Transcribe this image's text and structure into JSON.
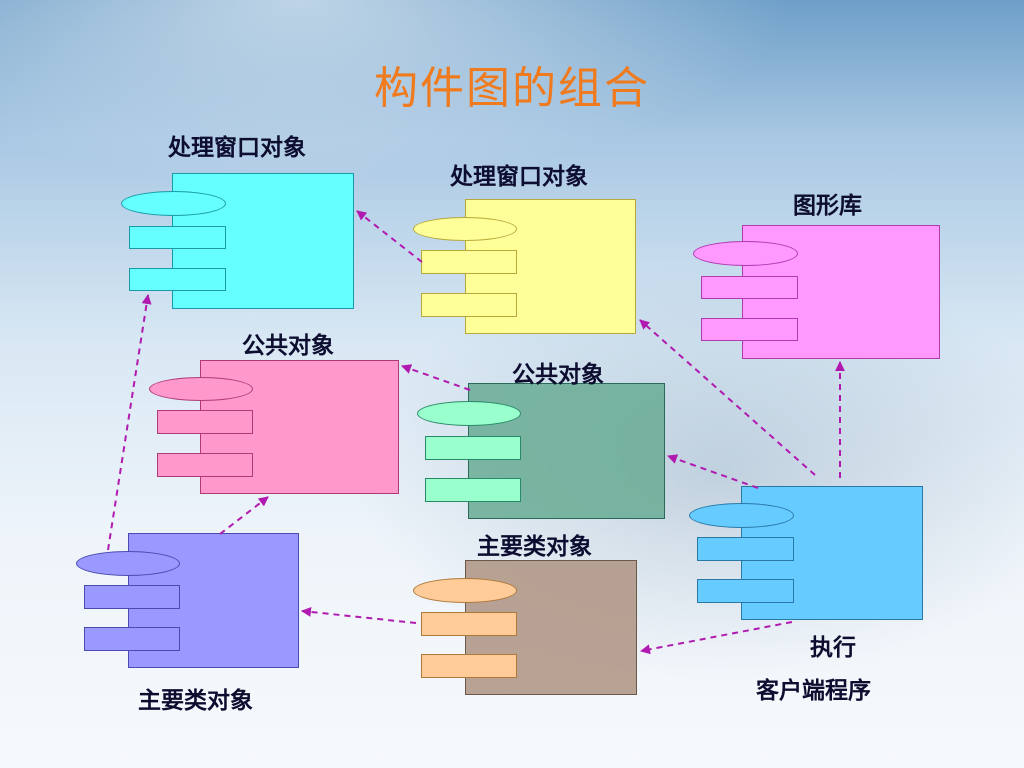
{
  "title": "构件图的组合",
  "labels": {
    "handler_left": "处理窗口对象",
    "handler_center": "处理窗口对象",
    "graphics_lib": "图形库",
    "common_left": "公共对象",
    "common_center": "公共对象",
    "main_center": "主要类对象",
    "main_left": "主要类对象",
    "exec_line1": "执行",
    "exec_line2": "客户端程序"
  },
  "colors": {
    "title": "#f07a1e",
    "arrow": "#b01ab0",
    "cyan": "#66ffff",
    "yellow": "#ffff99",
    "magenta": "#ff99ff",
    "pink": "#ff99cc",
    "teal": "#6fb59a",
    "blue": "#66ccff",
    "lavender": "#9999ff",
    "tan": "#b09888",
    "orange": "#ffcc99"
  },
  "components": [
    {
      "id": "handler-left",
      "label": "处理窗口对象"
    },
    {
      "id": "handler-center",
      "label": "处理窗口对象"
    },
    {
      "id": "graphics-lib",
      "label": "图形库"
    },
    {
      "id": "common-left",
      "label": "公共对象"
    },
    {
      "id": "common-center",
      "label": "公共对象"
    },
    {
      "id": "exec-client",
      "label": "执行 客户端程序"
    },
    {
      "id": "main-left",
      "label": "主要类对象"
    },
    {
      "id": "main-center",
      "label": "主要类对象"
    }
  ]
}
